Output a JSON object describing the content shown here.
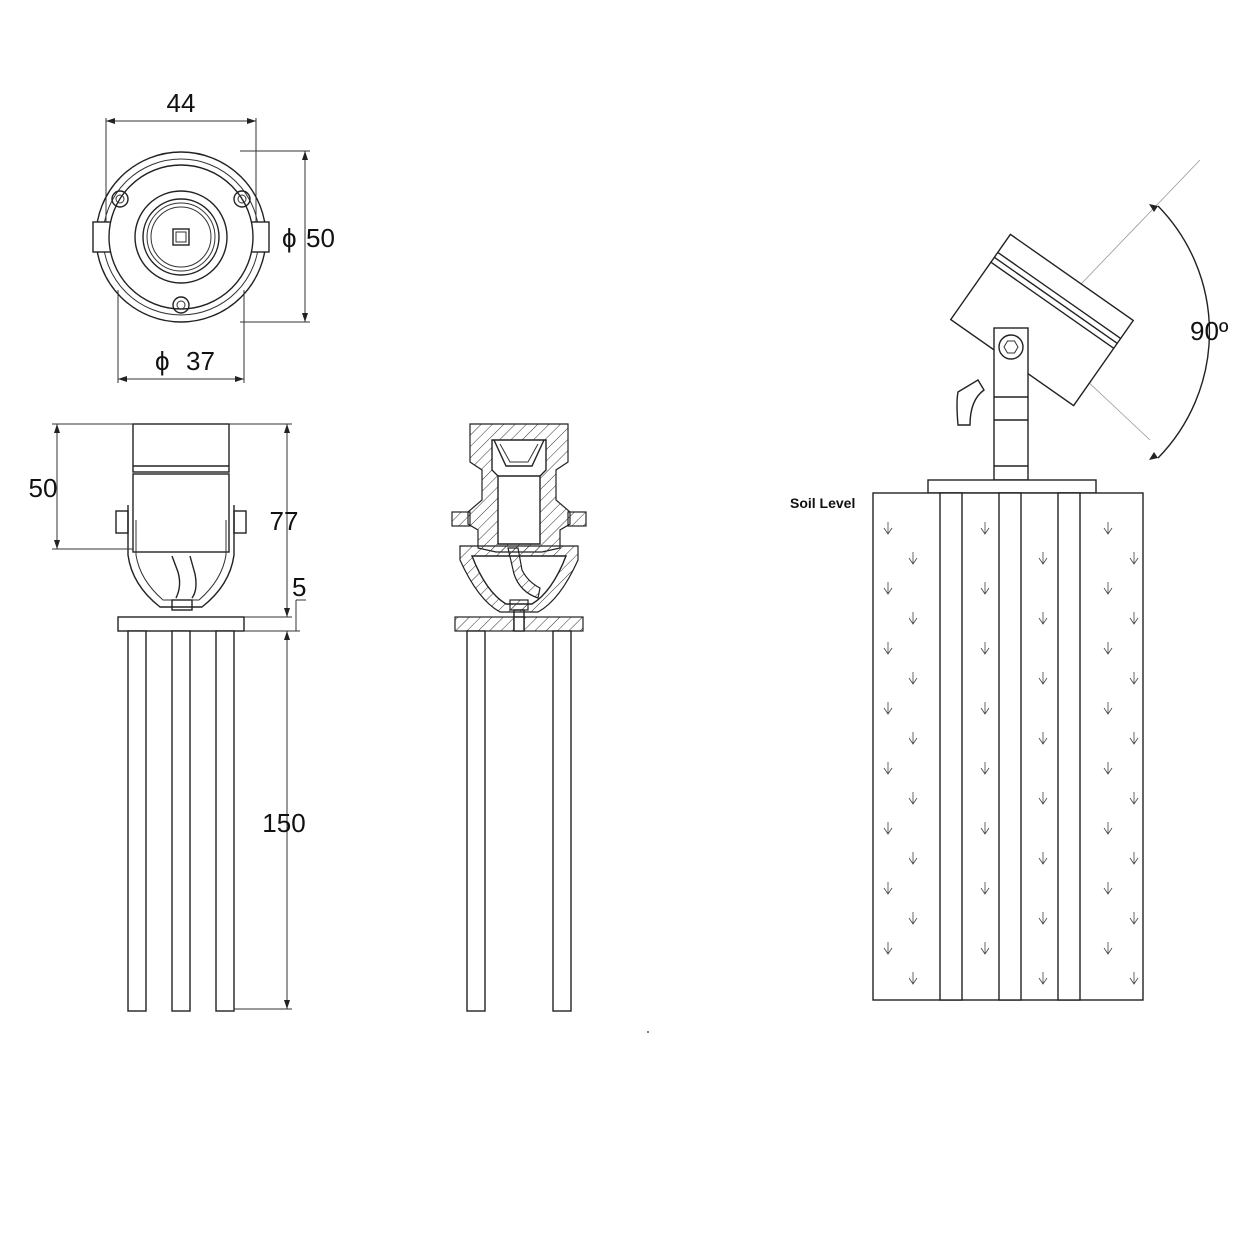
{
  "dimensions": {
    "top_width": "44",
    "top_outer_diameter": "50",
    "top_inner_diameter": "37",
    "side_head_height": "50",
    "side_total_height": "77",
    "plate_thickness": "5",
    "spike_length": "150",
    "tilt_angle": "90º"
  },
  "labels": {
    "soil_level": "Soil Level"
  },
  "symbols": {
    "diameter": "ϕ"
  },
  "colors": {
    "line": "#222222",
    "background": "#ffffff",
    "guide": "#999999"
  }
}
